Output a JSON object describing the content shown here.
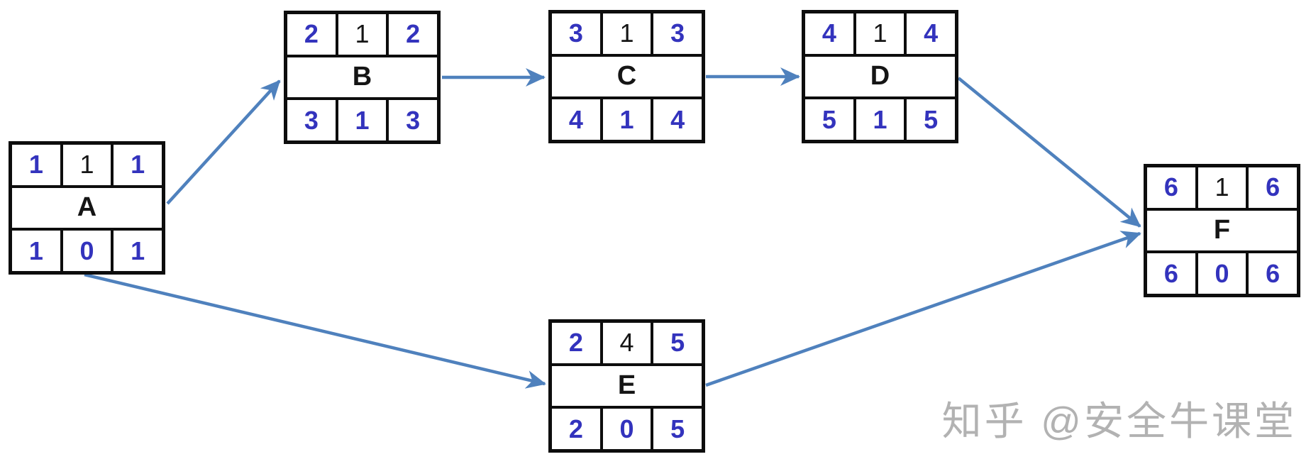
{
  "diagram": {
    "kind": "activity-on-node precedence network",
    "nodes": [
      {
        "id": "A",
        "label": "A",
        "top": [
          "1",
          "1",
          "1"
        ],
        "bottom": [
          "1",
          "0",
          "1"
        ]
      },
      {
        "id": "B",
        "label": "B",
        "top": [
          "2",
          "1",
          "2"
        ],
        "bottom": [
          "3",
          "1",
          "3"
        ]
      },
      {
        "id": "C",
        "label": "C",
        "top": [
          "3",
          "1",
          "3"
        ],
        "bottom": [
          "4",
          "1",
          "4"
        ]
      },
      {
        "id": "D",
        "label": "D",
        "top": [
          "4",
          "1",
          "4"
        ],
        "bottom": [
          "5",
          "1",
          "5"
        ]
      },
      {
        "id": "E",
        "label": "E",
        "top": [
          "2",
          "4",
          "5"
        ],
        "bottom": [
          "2",
          "0",
          "5"
        ]
      },
      {
        "id": "F",
        "label": "F",
        "top": [
          "6",
          "1",
          "6"
        ],
        "bottom": [
          "6",
          "0",
          "6"
        ]
      }
    ],
    "edges": [
      {
        "from": "A",
        "to": "B"
      },
      {
        "from": "B",
        "to": "C"
      },
      {
        "from": "C",
        "to": "D"
      },
      {
        "from": "D",
        "to": "F"
      },
      {
        "from": "A",
        "to": "E"
      },
      {
        "from": "E",
        "to": "F"
      }
    ]
  },
  "watermark": {
    "text": "知乎 @安全牛课堂"
  },
  "colors": {
    "value_text": "#3333bd",
    "label_text": "#151515",
    "node_border": "#0d0d0d",
    "arrow": "#4f81bd",
    "watermark": "#b2b2b2"
  }
}
